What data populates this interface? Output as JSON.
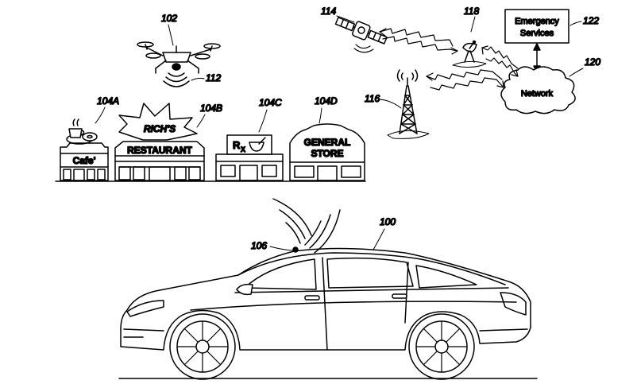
{
  "refs": {
    "drone": "102",
    "drone_signal": "112",
    "satellite": "114",
    "dish": "118",
    "emergency": "122",
    "network": "120",
    "tower": "116",
    "cafe": "104A",
    "restaurant": "104B",
    "pharmacy": "104C",
    "store": "104D",
    "car": "100",
    "car_antenna": "106"
  },
  "labels": {
    "emergency_line1": "Emergency",
    "emergency_line2": "Services",
    "network": "Network",
    "cafe": "Cafe'",
    "restaurant_name": "RICH'S",
    "restaurant": "RESTAURANT",
    "rx_r": "R",
    "rx_x": "X",
    "store_line1": "GENERAL",
    "store_line2": "STORE"
  }
}
